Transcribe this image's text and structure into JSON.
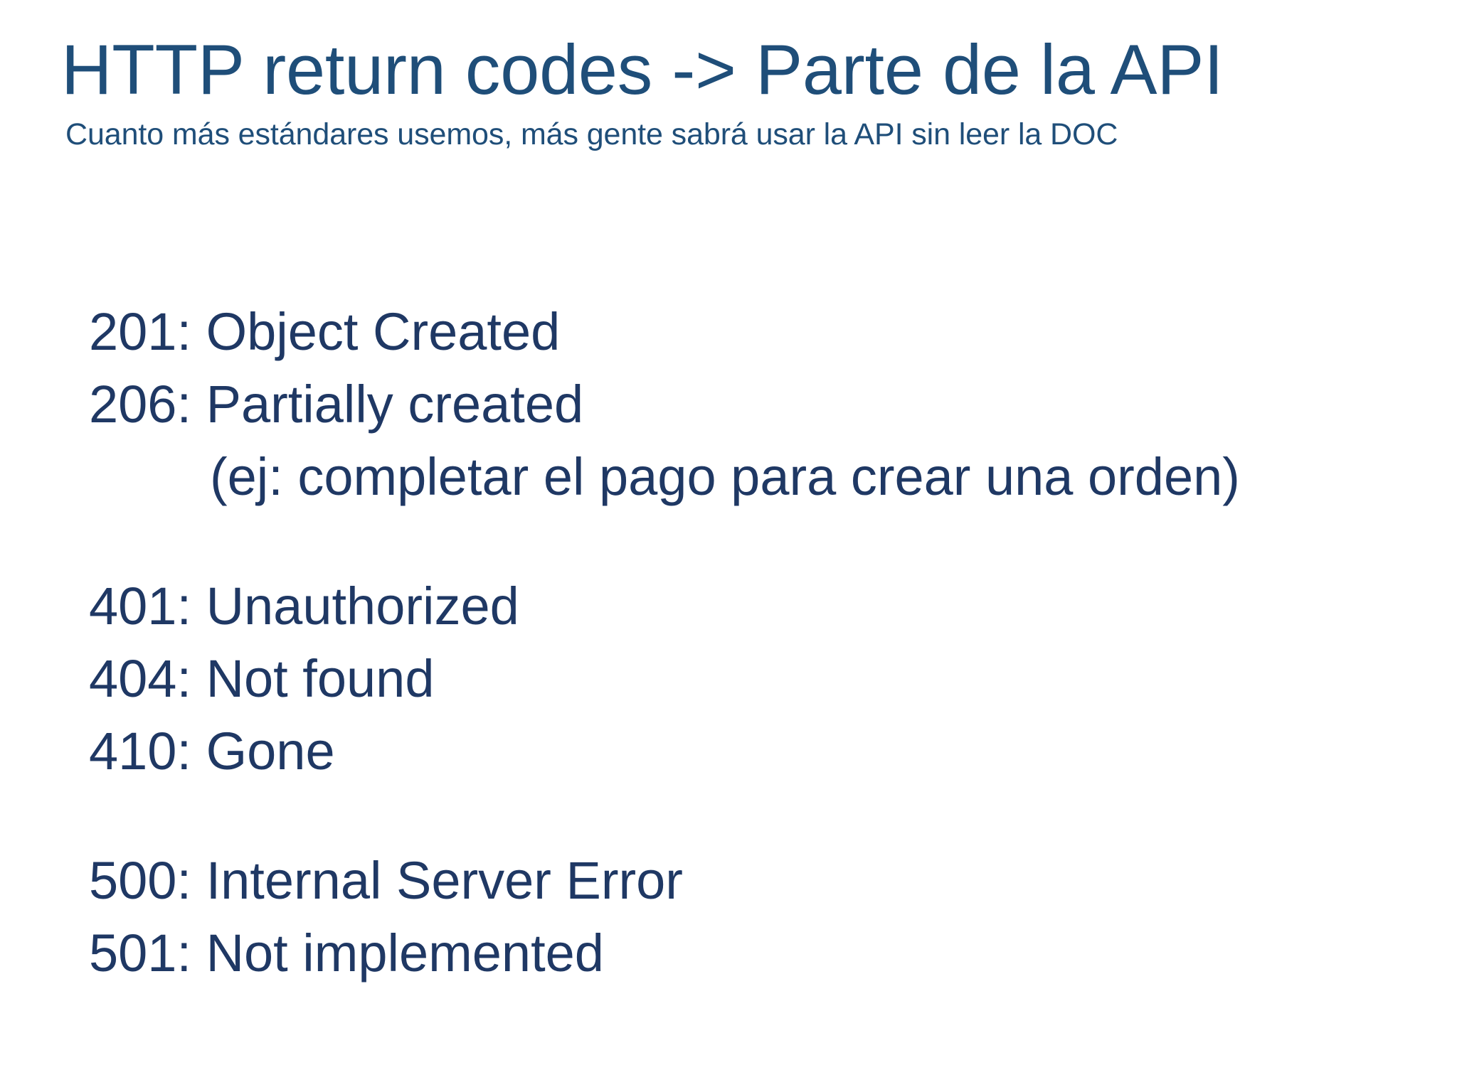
{
  "slide": {
    "title": "HTTP return codes -> Parte de la API",
    "subtitle": "Cuanto más estándares usemos, más gente sabrá usar la API sin leer la DOC",
    "colors": {
      "title": "#1f4e79",
      "body": "#1f3864",
      "background": "#ffffff"
    },
    "groups": [
      {
        "name": "success-codes",
        "lines": [
          {
            "text": "201: Object Created",
            "indented": false
          },
          {
            "text": "206: Partially created",
            "indented": false
          },
          {
            "text": "(ej: completar el pago para crear una orden)",
            "indented": true
          }
        ]
      },
      {
        "name": "client-error-codes",
        "lines": [
          {
            "text": "401: Unauthorized",
            "indented": false
          },
          {
            "text": "404: Not found",
            "indented": false
          },
          {
            "text": "410: Gone",
            "indented": false
          }
        ]
      },
      {
        "name": "server-error-codes",
        "lines": [
          {
            "text": "500: Internal Server Error",
            "indented": false
          },
          {
            "text": "501: Not implemented",
            "indented": false
          }
        ]
      }
    ]
  }
}
